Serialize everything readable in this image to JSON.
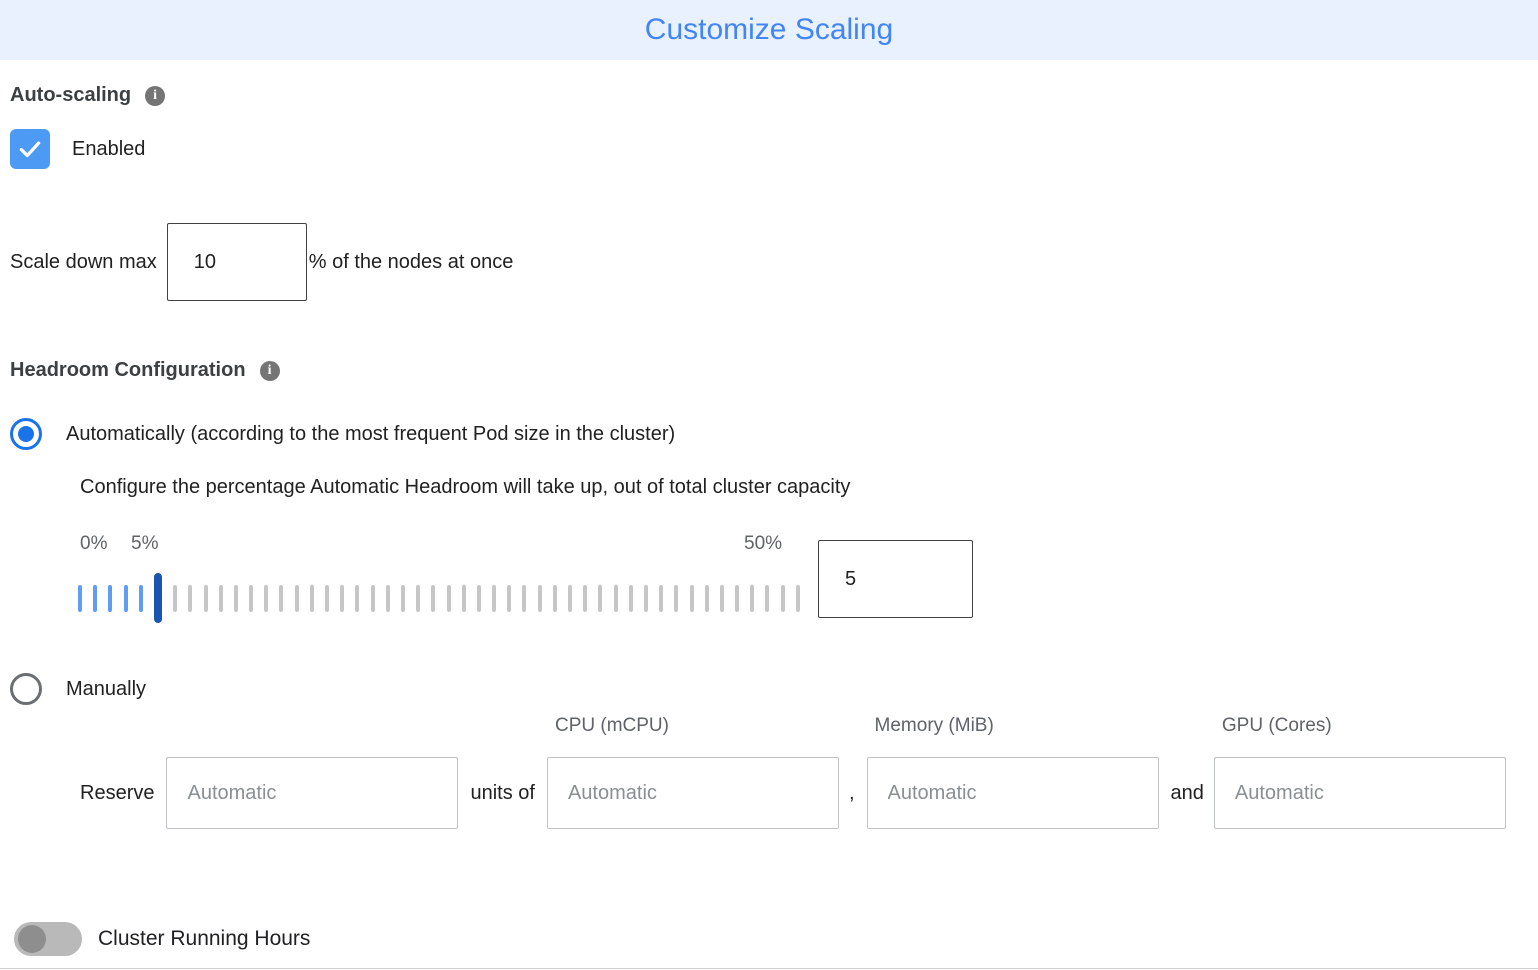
{
  "header": {
    "title": "Customize Scaling"
  },
  "colors": {
    "accent_blue": "#4285f4",
    "header_bg": "#e8f1fd",
    "marker_blue": "#1a56b0",
    "tick_blue": "#5e9cf5",
    "tick_gray": "#c6c6c6"
  },
  "auto_scaling": {
    "label": "Auto-scaling",
    "enabled_label": "Enabled",
    "checked": true
  },
  "scale_down": {
    "prefix": "Scale down max",
    "value": "10",
    "suffix": "% of the nodes at once"
  },
  "headroom": {
    "label": "Headroom Configuration",
    "automatic": {
      "label": "Automatically (according to the most frequent Pod size in the cluster)",
      "selected": true,
      "description": "Configure the percentage Automatic Headroom will take up, out of total cluster capacity",
      "slider": {
        "min": 0,
        "max": 50,
        "value": 5,
        "min_label": "0%",
        "value_label": "5%",
        "max_label": "50%",
        "input_value": "5"
      }
    },
    "manual": {
      "label": "Manually",
      "selected": false,
      "reserve_label": "Reserve",
      "units_of_label": "units of",
      "comma": ",",
      "and_label": "and",
      "placeholder": "Automatic",
      "columns": [
        "CPU (mCPU)",
        "Memory (MiB)",
        "GPU (Cores)"
      ]
    }
  },
  "cluster_running_hours": {
    "label": "Cluster Running Hours",
    "enabled": false
  }
}
